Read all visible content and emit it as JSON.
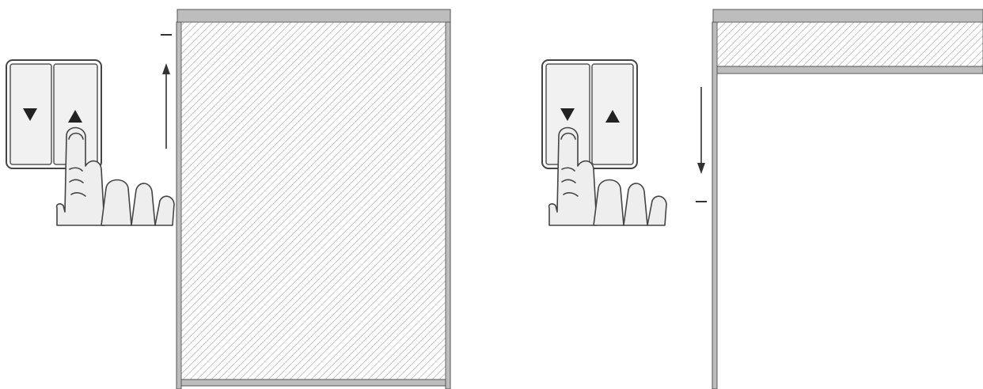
{
  "panels": [
    {
      "id": "raise",
      "action": "up",
      "pressed_button": "up",
      "buttons": [
        {
          "role": "down",
          "icon": "triangle-down-icon"
        },
        {
          "role": "up",
          "icon": "triangle-up-icon"
        }
      ],
      "door_state": "closed",
      "arrow": "up"
    },
    {
      "id": "lower",
      "action": "down",
      "pressed_button": "down",
      "buttons": [
        {
          "role": "down",
          "icon": "triangle-down-icon"
        },
        {
          "role": "up",
          "icon": "triangle-up-icon"
        }
      ],
      "door_state": "open",
      "arrow": "down"
    }
  ],
  "colors": {
    "frame_fill": "#bdbdbd",
    "frame_stroke": "#555555",
    "hatch_line": "#c4c4c4",
    "button_bg": "#f1f1f1",
    "switch_outline": "#444444",
    "arrow": "#333333",
    "hand_outline": "#444444",
    "hand_fill": "#eeeeee"
  }
}
